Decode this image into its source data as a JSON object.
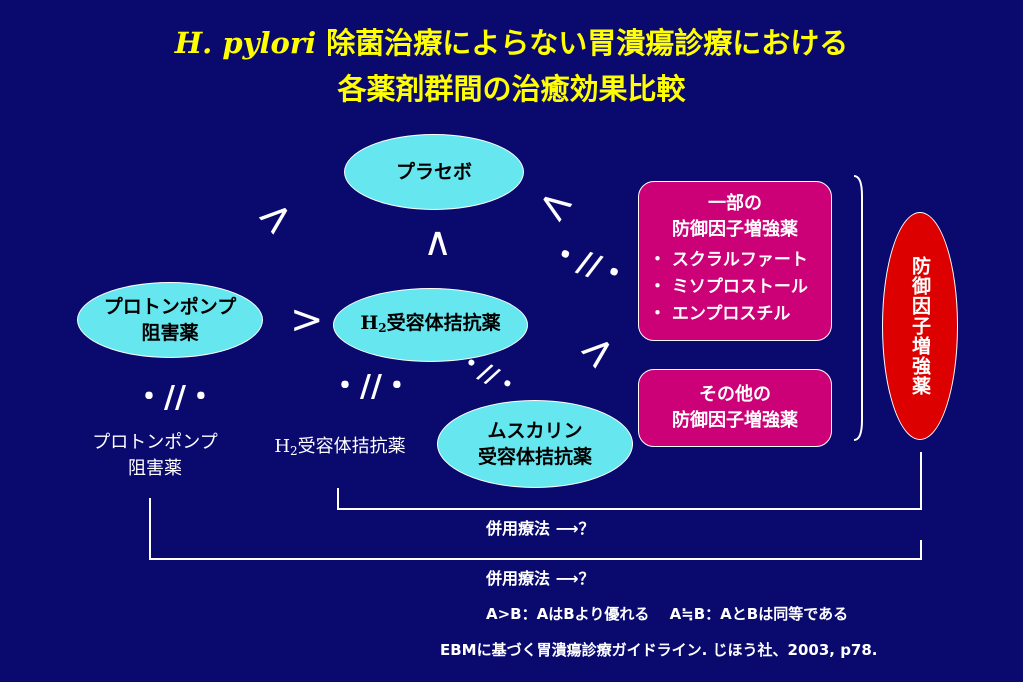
{
  "title": {
    "line1_latin": "H. pylori",
    "line1_rest": " 除菌治療によらない胃潰瘍診療における",
    "line2": "各薬剤群間の治癒効果比較"
  },
  "nodes": {
    "placebo": "プラセボ",
    "ppi_line1": "プロトンポンプ",
    "ppi_line2": "阻害薬",
    "h2ra_h": "H",
    "h2ra_sub": "2",
    "h2ra_rest": "受容体拮抗薬",
    "muscarinic_line1": "ムスカリン",
    "muscarinic_line2": "受容体拮抗薬"
  },
  "partial_box": {
    "title_line1": "一部の",
    "title_line2": "防御因子増強薬",
    "items": [
      "・ スクラルファート",
      "・ ミソプロストール",
      "・ エンプロスチル"
    ]
  },
  "other_box": {
    "line1": "その他の",
    "line2": "防御因子増強薬"
  },
  "defense_pill": "防御因子増強薬",
  "symbols": {
    "greater": ">",
    "less": "<",
    "wedge": "∧",
    "not_equal": "・//・"
  },
  "self_labels": {
    "ppi_line1": "プロトンポンプ",
    "ppi_line2": "阻害薬",
    "h2ra_h": "H",
    "h2ra_sub": "2",
    "h2ra_rest": "受容体拮抗薬"
  },
  "combo": {
    "label1": "併用療法 ⟶？",
    "label2": "併用療法 ⟶？"
  },
  "legend": "A>B：AはBより優れる　 A≒B：AとBは同等である",
  "citation": "EBMに基づく胃潰瘍診療ガイドライン. じほう社、2003, p78."
}
